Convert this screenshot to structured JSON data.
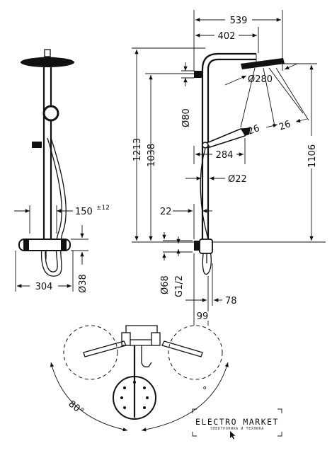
{
  "dimensions": {
    "front_width": "304",
    "swivel_range": "150",
    "swivel_tolerance": "±12",
    "front_pipe_diameter": "Ø38",
    "overall_width": "539",
    "arm_length": "402",
    "overhead_diameter": "Ø280",
    "handshower_size_a": "26",
    "handshower_size_b": "26",
    "rail_distance": "Ø80",
    "total_height": "1213",
    "overhead_height": "1038",
    "arm_height": "1106",
    "hand_holder_offset": "284",
    "bar_diameter": "Ø22",
    "wall_offset": "22",
    "outlet_diameter": "Ø68",
    "thread": "G1/2",
    "depth_a": "78",
    "depth_b": "99",
    "rotation_angle": "80°",
    "small_degree": "°"
  },
  "logo": {
    "title": "ELECTRO MARKET",
    "subtitle": "ЭЛЕКТРОНИКА И ТЕХНИКА"
  }
}
